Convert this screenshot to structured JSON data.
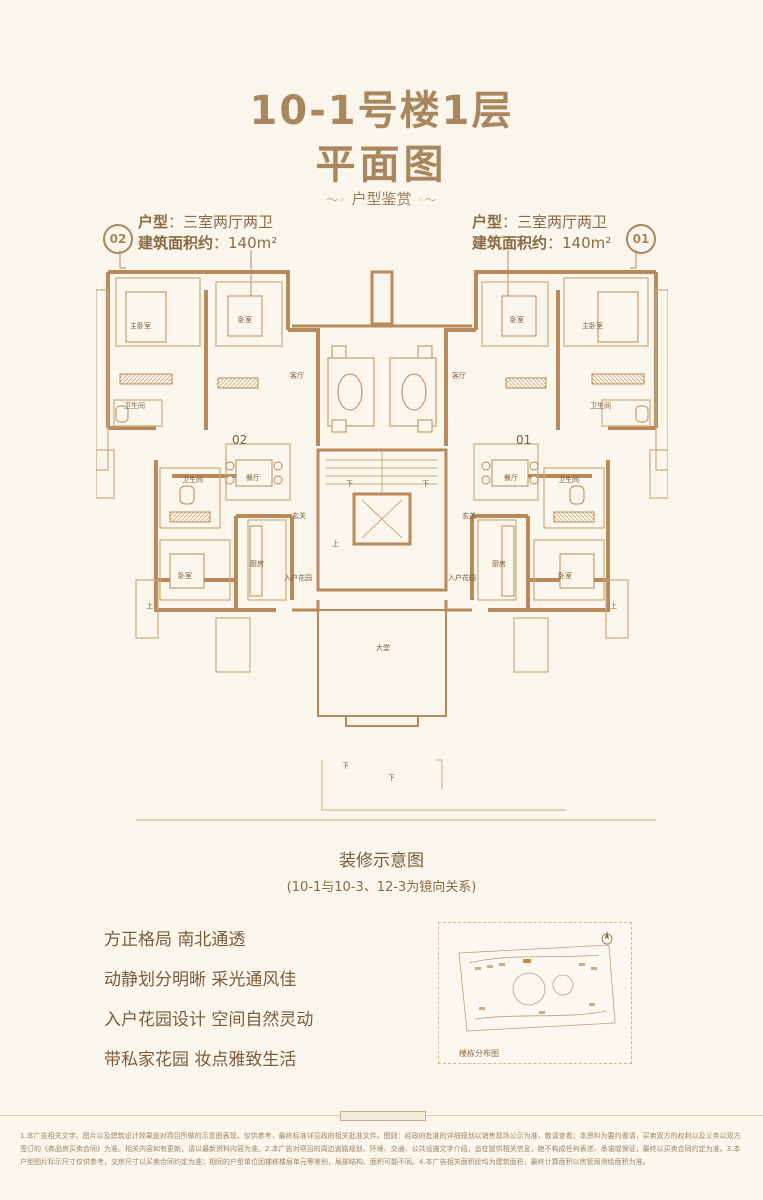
{
  "title": {
    "line1": "10-1号楼1层",
    "line2": "平面图"
  },
  "subtitle": "户型鉴赏",
  "units": [
    {
      "badge": "02",
      "type_label": "户型",
      "type_value": "：三室两厅两卫",
      "area_label": "建筑面积约",
      "area_value": "：140m²"
    },
    {
      "badge": "01",
      "type_label": "户型",
      "type_value": "：三室两厅两卫",
      "area_label": "建筑面积约",
      "area_value": "：140m²"
    }
  ],
  "plan_labels": {
    "unit_left": "02",
    "unit_right": "01",
    "master_bedroom": "主卧室",
    "bedroom": "卧室",
    "living_room": "客厅",
    "dining_room": "餐厅",
    "kitchen": "厨房",
    "bathroom": "卫生间",
    "foyer": "玄关",
    "entry_garden": "入户花园",
    "lobby": "大堂",
    "up": "上",
    "down": "下"
  },
  "caption": "装修示意图",
  "caption_sub": "(10-1与10-3、12-3为镜向关系)",
  "features": [
    "方正格局 南北通透",
    "动静划分明晰 采光通风佳",
    "入户花园设计 空间自然灵动",
    "带私家花园 妆点雅致生活"
  ],
  "sitemap_label": "楼栋分布图",
  "disclaimer": "1.本广告相关文字、图片以及建筑设计效果是对项目所做的示意图表现，仅供参考，最终标准详见政府相关批准文件。图则：经政府批准的详细规划以销售现场公示为准，敬请查看；本资料为要约邀请，买卖双方的权利以及义务以双方签订的《商品房买卖合同》为准。相关内容如有更新，请以最新资料内容为准。2.本广告对项目的周边道路规划、环境、交通、公共设施文字介绍，旨在提供相关信息，绝不构成任何表述、承诺或保证，最终以买卖合同约定为准。3.本户型图片标示尺寸仅供参考，交房尺寸以买卖合同约定为准；相同的户型单位因楼栋楼层单元等差别，局部结构、面积可能不同。4.本广告相关面积段均为建筑面积，最终计算面积以房管局测绘面积为准。",
  "colors": {
    "background": "#fbf6ec",
    "accent": "#a8865e",
    "wall": "#b8895a",
    "text": "#7a5c3c"
  }
}
